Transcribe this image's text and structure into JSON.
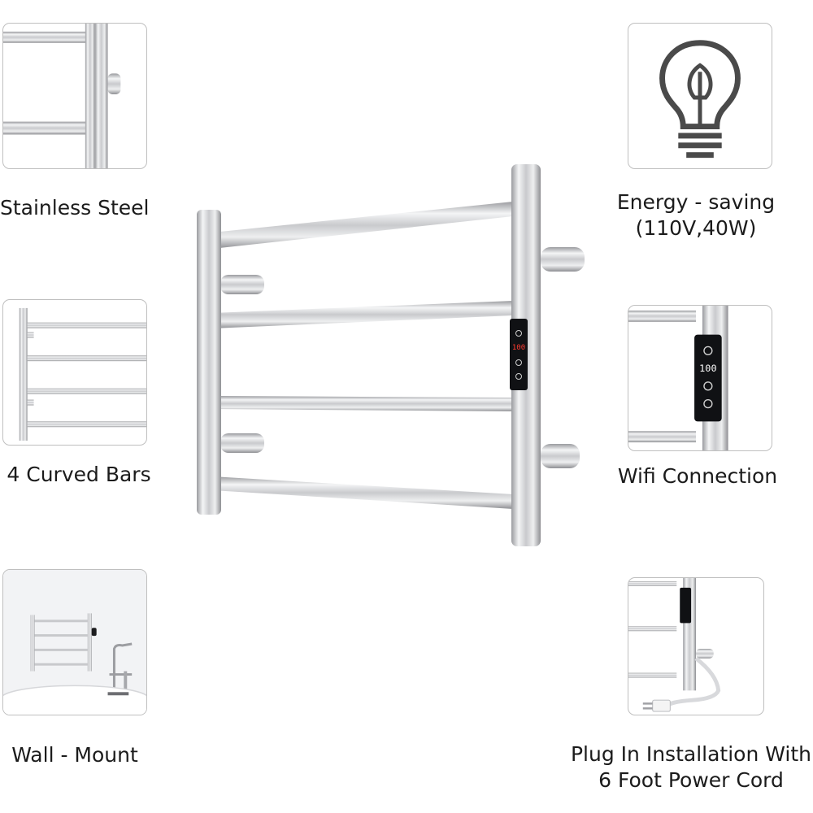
{
  "features": {
    "stainless": {
      "caption": "Stainless Steel",
      "icon": "rail-closeup-icon"
    },
    "curved": {
      "caption": "4 Curved Bars",
      "icon": "four-bar-rack-icon"
    },
    "wall": {
      "caption": "Wall - Mount",
      "icon": "bathroom-scene-icon"
    },
    "energy": {
      "caption_line1": "Energy - saving",
      "caption_line2": "(110V,40W)",
      "icon": "lightbulb-leaf-icon"
    },
    "wifi": {
      "caption": "Wifi Connection",
      "icon": "control-panel-icon"
    },
    "plug": {
      "caption_line1": "Plug In Installation With",
      "caption_line2": "6 Foot Power Cord",
      "icon": "power-cord-icon"
    }
  },
  "product": {
    "display_reading": "100",
    "bar_count": 4,
    "colors": {
      "steel": "#d9dadc",
      "panel": "#101114",
      "display": "#ff3b30",
      "border": "#bfbfbf"
    }
  }
}
